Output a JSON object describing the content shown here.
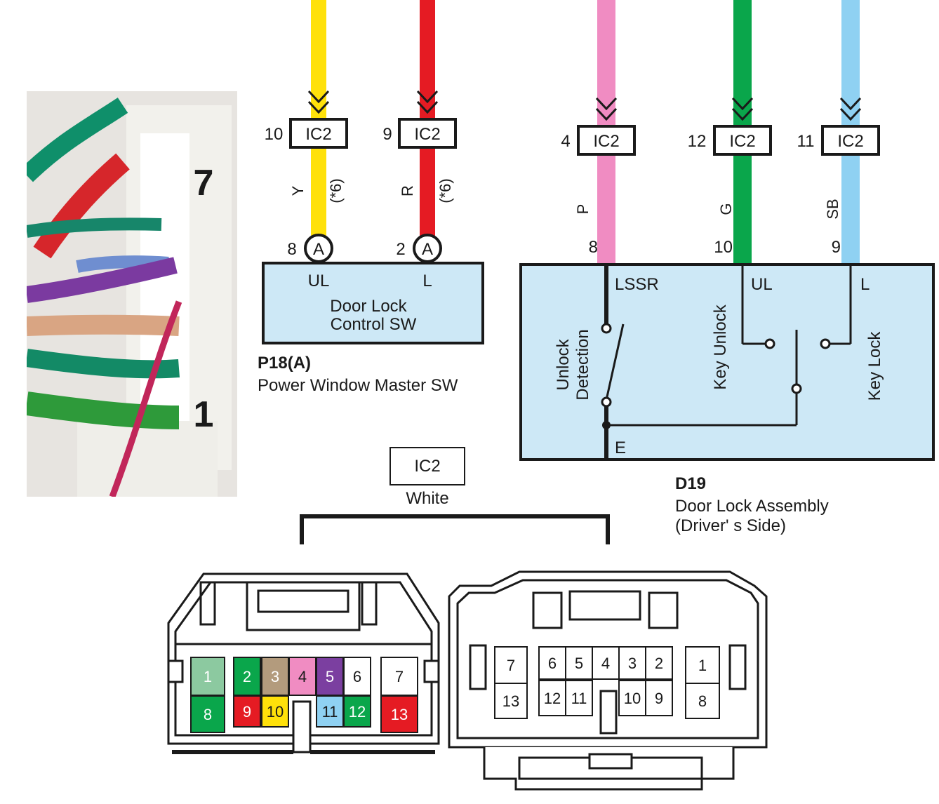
{
  "colors": {
    "Y": "#ffe10a",
    "R": "#e51b23",
    "P": "#f08cc2",
    "G": "#0aa64b",
    "SB": "#8fd1f2",
    "module_fill": "#cde8f6"
  },
  "top_connectors": [
    {
      "pin": "10",
      "code": "IC2",
      "wire": "Y",
      "note": "(*6)",
      "end_pin": "8",
      "end_mark": "A"
    },
    {
      "pin": "9",
      "code": "IC2",
      "wire": "R",
      "note": "(*6)",
      "end_pin": "2",
      "end_mark": "A"
    },
    {
      "pin": "4",
      "code": "IC2",
      "wire": "P",
      "end_pin": "8"
    },
    {
      "pin": "12",
      "code": "IC2",
      "wire": "G",
      "end_pin": "10"
    },
    {
      "pin": "11",
      "code": "IC2",
      "wire": "SB",
      "end_pin": "9"
    }
  ],
  "switch_p18": {
    "term_left": "UL",
    "term_right": "L",
    "name_line1": "Door Lock",
    "name_line2": "Control SW",
    "code": "P18(A)",
    "description": "Power Window Master SW"
  },
  "assembly_d19": {
    "term_lssr": "LSSR",
    "term_ul": "UL",
    "term_l": "L",
    "term_e": "E",
    "label_unlock_detection_1": "Unlock",
    "label_unlock_detection_2": "Detection",
    "label_key_unlock": "Key Unlock",
    "label_key_lock": "Key Lock",
    "code": "D19",
    "description_line1": "Door Lock Assembly",
    "description_line2": "(Driver' s Side)"
  },
  "connector_ic2": {
    "code": "IC2",
    "color_name": "White"
  },
  "photo_labels": {
    "top": "7",
    "bottom": "1"
  },
  "left_face_pins": [
    {
      "n": "1",
      "fill": "#8cc9a0"
    },
    {
      "n": "2",
      "fill": "#0aa64b"
    },
    {
      "n": "3",
      "fill": "#b39b7d"
    },
    {
      "n": "4",
      "fill": "#f08cc2"
    },
    {
      "n": "5",
      "fill": "#7b3fa0"
    },
    {
      "n": "6",
      "fill": "#ffffff"
    },
    {
      "n": "7",
      "fill": "#ffffff"
    },
    {
      "n": "8",
      "fill": "#0aa64b"
    },
    {
      "n": "9",
      "fill": "#e51b23"
    },
    {
      "n": "10",
      "fill": "#ffe10a"
    },
    {
      "n": "11",
      "fill": "#8fd1f2"
    },
    {
      "n": "12",
      "fill": "#0aa64b"
    },
    {
      "n": "13",
      "fill": "#e51b23"
    }
  ],
  "right_face_pins": [
    "7",
    "6",
    "5",
    "4",
    "3",
    "2",
    "1",
    "13",
    "12",
    "11",
    "10",
    "9",
    "8"
  ]
}
